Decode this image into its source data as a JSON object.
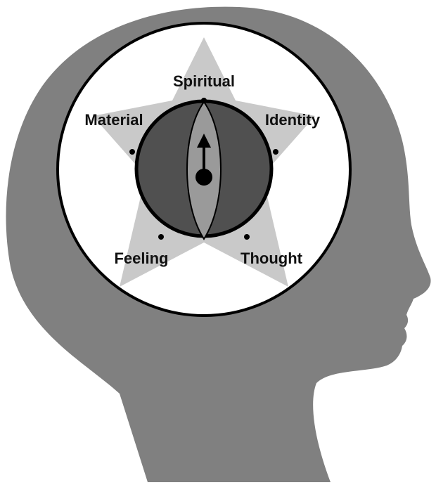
{
  "labels": {
    "top": "Spiritual",
    "upper_left": "Material",
    "upper_right": "Identity",
    "lower_left": "Feeling",
    "lower_right": "Thought"
  },
  "colors": {
    "head": "#808080",
    "circle_fill": "#ffffff",
    "star": "#c9c9c9",
    "dial": "#505050",
    "needle_lens": "#9a9a9a",
    "ink": "#000000"
  },
  "icons": {
    "dial": "dial-knob-icon",
    "pointer": "arrow-up-icon"
  }
}
